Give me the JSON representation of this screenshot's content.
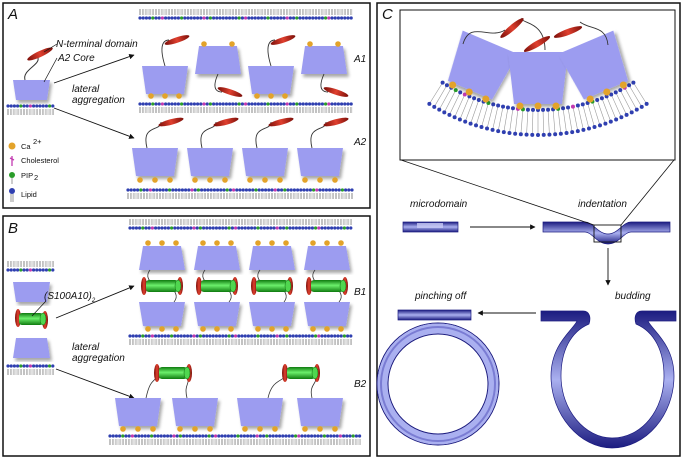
{
  "panel_a": {
    "label": "A",
    "n_terminal_label": "N-terminal domain",
    "a2_core_label": "A2 Core",
    "lateral_aggregation_label": "lateral",
    "lateral_aggregation_label_2": "aggregation",
    "sub_a1": "A1",
    "sub_a2": "A2"
  },
  "legend": {
    "ca": "Ca",
    "ca_sup": "2+",
    "cholesterol": "Cholesterol",
    "pip": "PIP",
    "pip_sub": "2",
    "lipid": "Lipid"
  },
  "panel_b": {
    "label": "B",
    "s100_label": "(S100A10)",
    "s100_sub": "2",
    "lateral_aggregation_label": "lateral",
    "lateral_aggregation_label_2": "aggregation",
    "sub_b1": "B1",
    "sub_b2": "B2"
  },
  "panel_c": {
    "label": "C",
    "microdomain": "microdomain",
    "indentation": "indentation",
    "budding": "budding",
    "pinching_off": "pinching off"
  },
  "colors": {
    "core": "#9c9cf0",
    "n_terminal": "#d42b1e",
    "s100": "#2fd12f",
    "ca": "#e3a32a",
    "pip": "#2a9d2a",
    "lipid_head": "#2f3fb0",
    "membrane": "#3a3aa0"
  }
}
